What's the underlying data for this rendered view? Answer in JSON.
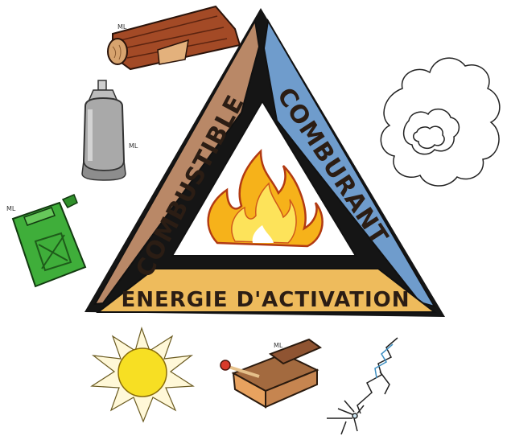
{
  "triangle": {
    "left_side_label": "COMBUSTIBLE",
    "right_side_label": "COMBURANT",
    "bottom_side_label": "ENERGIE D'ACTIVATION",
    "colors": {
      "combustible": "#b98867",
      "comburant": "#6f9ccc",
      "energie": "#eebb5c",
      "outline": "#111111"
    }
  },
  "icons": {
    "fuel": [
      "wood-log-icon",
      "gas-cylinder-icon",
      "jerrycan-icon"
    ],
    "oxidizer": [
      "air-cloud-icon"
    ],
    "activation": [
      "sun-icon",
      "matchbox-icon",
      "lightning-spark-icon"
    ],
    "center": "fire-flame-icon"
  }
}
